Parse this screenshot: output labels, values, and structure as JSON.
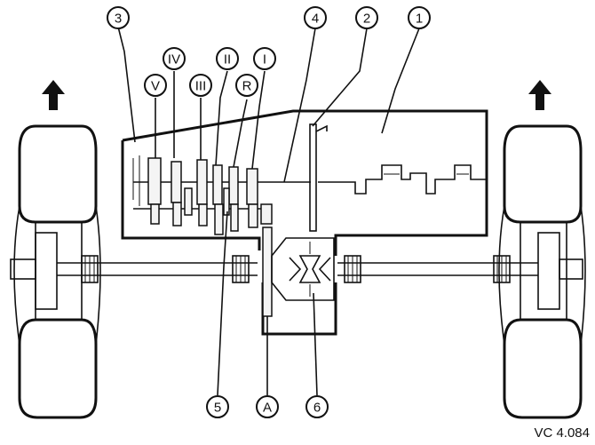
{
  "callouts": {
    "top": [
      "3",
      "4",
      "2",
      "1",
      "IV",
      "II",
      "I",
      "V",
      "III",
      "R"
    ],
    "bottom": [
      "5",
      "A",
      "6"
    ]
  },
  "reference_code": "VC 4.084"
}
